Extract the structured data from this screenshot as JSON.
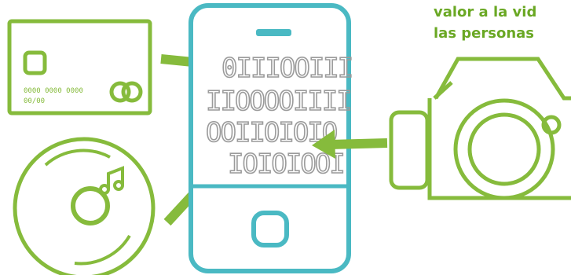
{
  "headline": {
    "line1": "valor a la vid",
    "line2": "las personas",
    "color": "#6aa824"
  },
  "colors": {
    "green": "#86bb3c",
    "teal": "#4ab9c3",
    "white": "#ffffff"
  },
  "credit_card": {
    "number_text": "0000 0000 0000",
    "expiry_text": "00/00"
  },
  "phone_screen": {
    "rows": [
      "0IIIOOIII",
      "IIOOOOIIII",
      "OOIIOIOIO",
      "IOIOIOOI"
    ]
  },
  "icons": [
    "credit-card-icon",
    "music-disc-icon",
    "smartphone-icon",
    "camera-icon",
    "arrow-right-icon",
    "arrow-left-icon"
  ]
}
